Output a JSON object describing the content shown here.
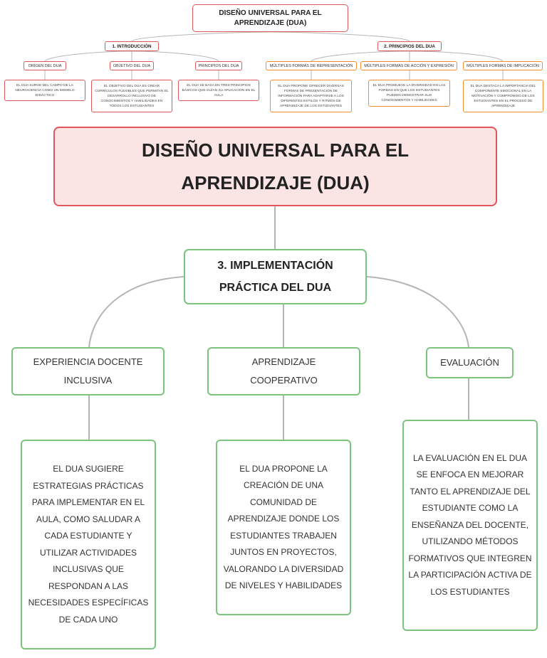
{
  "top_map": {
    "title": "DISEÑO UNIVERSAL PARA EL APRENDIZAJE (DUA)",
    "sections": [
      {
        "label": "1. INTRODUCCIÓN",
        "items": [
          {
            "label": "ORIGEN DEL DUA",
            "text": "EL DUA SURGE DEL CAMPO DE LA NEUROCIENCIA COMO UN MODELO DIDÁCTICO"
          },
          {
            "label": "OBJETIVO DEL DUA",
            "text": "EL OBJETIVO DEL DUA ES CREAR CURRÍCULOS FLEXIBLES QUE PERMITAN EL DESARROLLO INCLUSIVO DE CONOCIMIENTOS Y HABILIDADES EN TODOS LOS ESTUDIANTES"
          },
          {
            "label": "PRINCIPIOS DEL DUA",
            "text": "EL DUA SE BASA EN TRES PRINCIPIOS BÁSICOS QUE GUÍAN SU APLICACIÓN EN EL AULA"
          }
        ]
      },
      {
        "label": "2. PRINCIPIOS DEL DUA",
        "items": [
          {
            "label": "MÚLTIPLES FORMAS DE REPRESENTACIÓN",
            "text": "EL DUA PROPONE OFRECER DIVERSAS FORMAS DE PRESENTACIÓN DE INFORMACIÓN PARA ADAPTARSE A LOS DIFERENTES ESTILOS Y RITMOS DE APRENDIZAJE DE LOS ESTUDIANTES"
          },
          {
            "label": "MÚLTIPLES FORMAS DE ACCIÓN Y EXPRESIÓN",
            "text": "EL DUA PROMUEVE LA DIVERSIDAD EN LAS FORMAS EN QUE LOS ESTUDIANTES PUEDEN DEMOSTRAR SUS CONOCIMIENTOS Y HABILIDADES"
          },
          {
            "label": "MÚLTIPLES FORMAS DE IMPLICACIÓN",
            "text": "EL DUA DESTACA LA IMPORTANCIA DEL COMPONENTE EMOCIONAL EN LA MOTIVACIÓN Y COMPROMISO DE LOS ESTUDIANTES EN EL PROCESO DE APRENDIZAJE"
          }
        ]
      }
    ]
  },
  "main_map": {
    "title": "DISEÑO UNIVERSAL PARA EL APRENDIZAJE (DUA)",
    "section": "3. IMPLEMENTACIÓN PRÁCTICA DEL DUA",
    "items": [
      {
        "label": "EXPERIENCIA DOCENTE INCLUSIVA",
        "text": "EL DUA SUGIERE ESTRATEGIAS PRÁCTICAS PARA IMPLEMENTAR EN EL AULA, COMO SALUDAR A CADA ESTUDIANTE Y UTILIZAR ACTIVIDADES INCLUSIVAS QUE RESPONDAN A LAS NECESIDADES ESPECÍFICAS DE CADA UNO"
      },
      {
        "label": "APRENDIZAJE COOPERATIVO",
        "text": "EL DUA PROPONE LA CREACIÓN DE UNA COMUNIDAD DE APRENDIZAJE DONDE LOS ESTUDIANTES TRABAJEN JUNTOS EN PROYECTOS, VALORANDO LA DIVERSIDAD DE NIVELES Y HABILIDADES"
      },
      {
        "label": "EVALUACIÓN",
        "text": "LA EVALUACIÓN EN EL DUA SE ENFOCA EN MEJORAR TANTO EL APRENDIZAJE DEL ESTUDIANTE COMO LA ENSEÑANZA DEL DOCENTE, UTILIZANDO MÉTODOS FORMATIVOS QUE INTEGREN LA PARTICIPACIÓN ACTIVA DE LOS ESTUDIANTES"
      }
    ]
  },
  "colors": {
    "red_border": "#e0565b",
    "red_fill": "#fbe4e4",
    "orange_border": "#f28b2e",
    "green_border": "#7cc47e",
    "line": "#b5b5b5"
  }
}
